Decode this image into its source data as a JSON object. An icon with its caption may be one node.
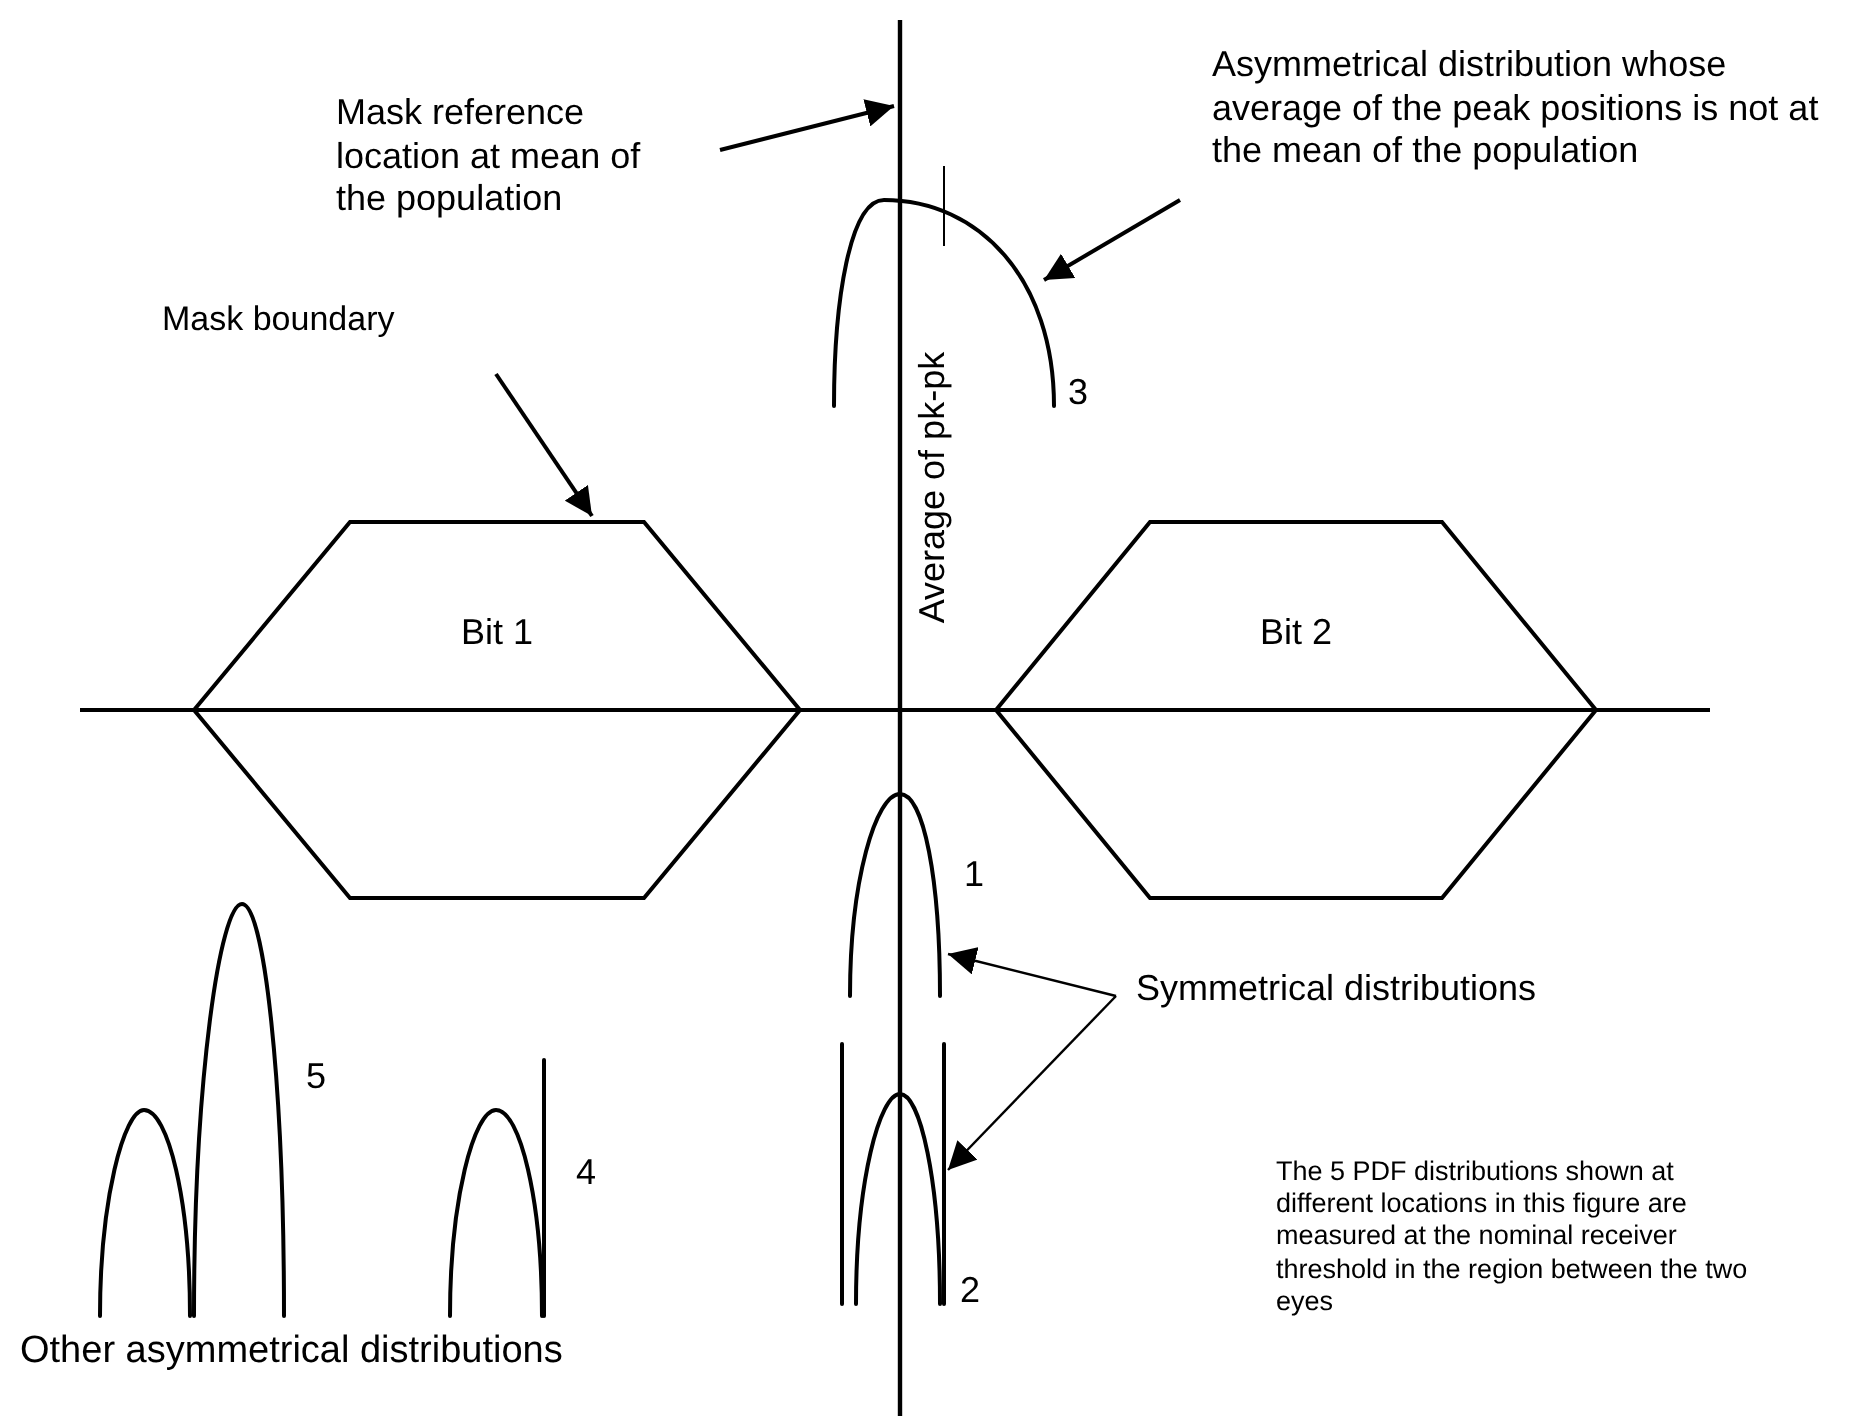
{
  "diagram": {
    "nodes": [
      {
        "text": [
          "Mask reference location at mean of the population"
        ]
      },
      {
        "text": [],
        "shape": "line"
      },
      {
        "text": [
          "Asymmetrical distribution whose average of the peak positions is not at the mean of the population"
        ]
      },
      {
        "text": [],
        "shape": "curve",
        "beside": [
          "3"
        ]
      },
      {
        "text": [
          "Mask boundary"
        ]
      },
      {
        "text": [
          "Bit 1"
        ]
      },
      {
        "text": [
          "Bit 2"
        ]
      },
      {
        "text": [
          "Symmetrical distributions"
        ]
      },
      {
        "text": [],
        "shape": "curve",
        "beside": [
          "1"
        ]
      },
      {
        "text": [],
        "shape": "curve",
        "beside": [
          "2"
        ]
      },
      {
        "text": [],
        "shape": "curve",
        "beside": [
          "5"
        ]
      },
      {
        "text": [],
        "shape": "curve",
        "beside": [
          "4"
        ]
      }
    ],
    "edges": [
      {
        "from": 0,
        "to": 1,
        "arrow": "to"
      },
      {
        "from": 2,
        "to": 3,
        "arrow": "to"
      },
      {
        "from": 4,
        "to": 5,
        "arrow": "to"
      },
      {
        "from": 7,
        "to": 8,
        "arrow": "to"
      },
      {
        "from": 7,
        "to": 9,
        "arrow": "to"
      }
    ],
    "labels": [
      "Average of pk-pk",
      "Other asymmetrical distributions",
      "The 5 PDF distributions shown at different locations in this figure are measured at the nominal receiver threshold in the region between the two eyes"
    ]
  }
}
